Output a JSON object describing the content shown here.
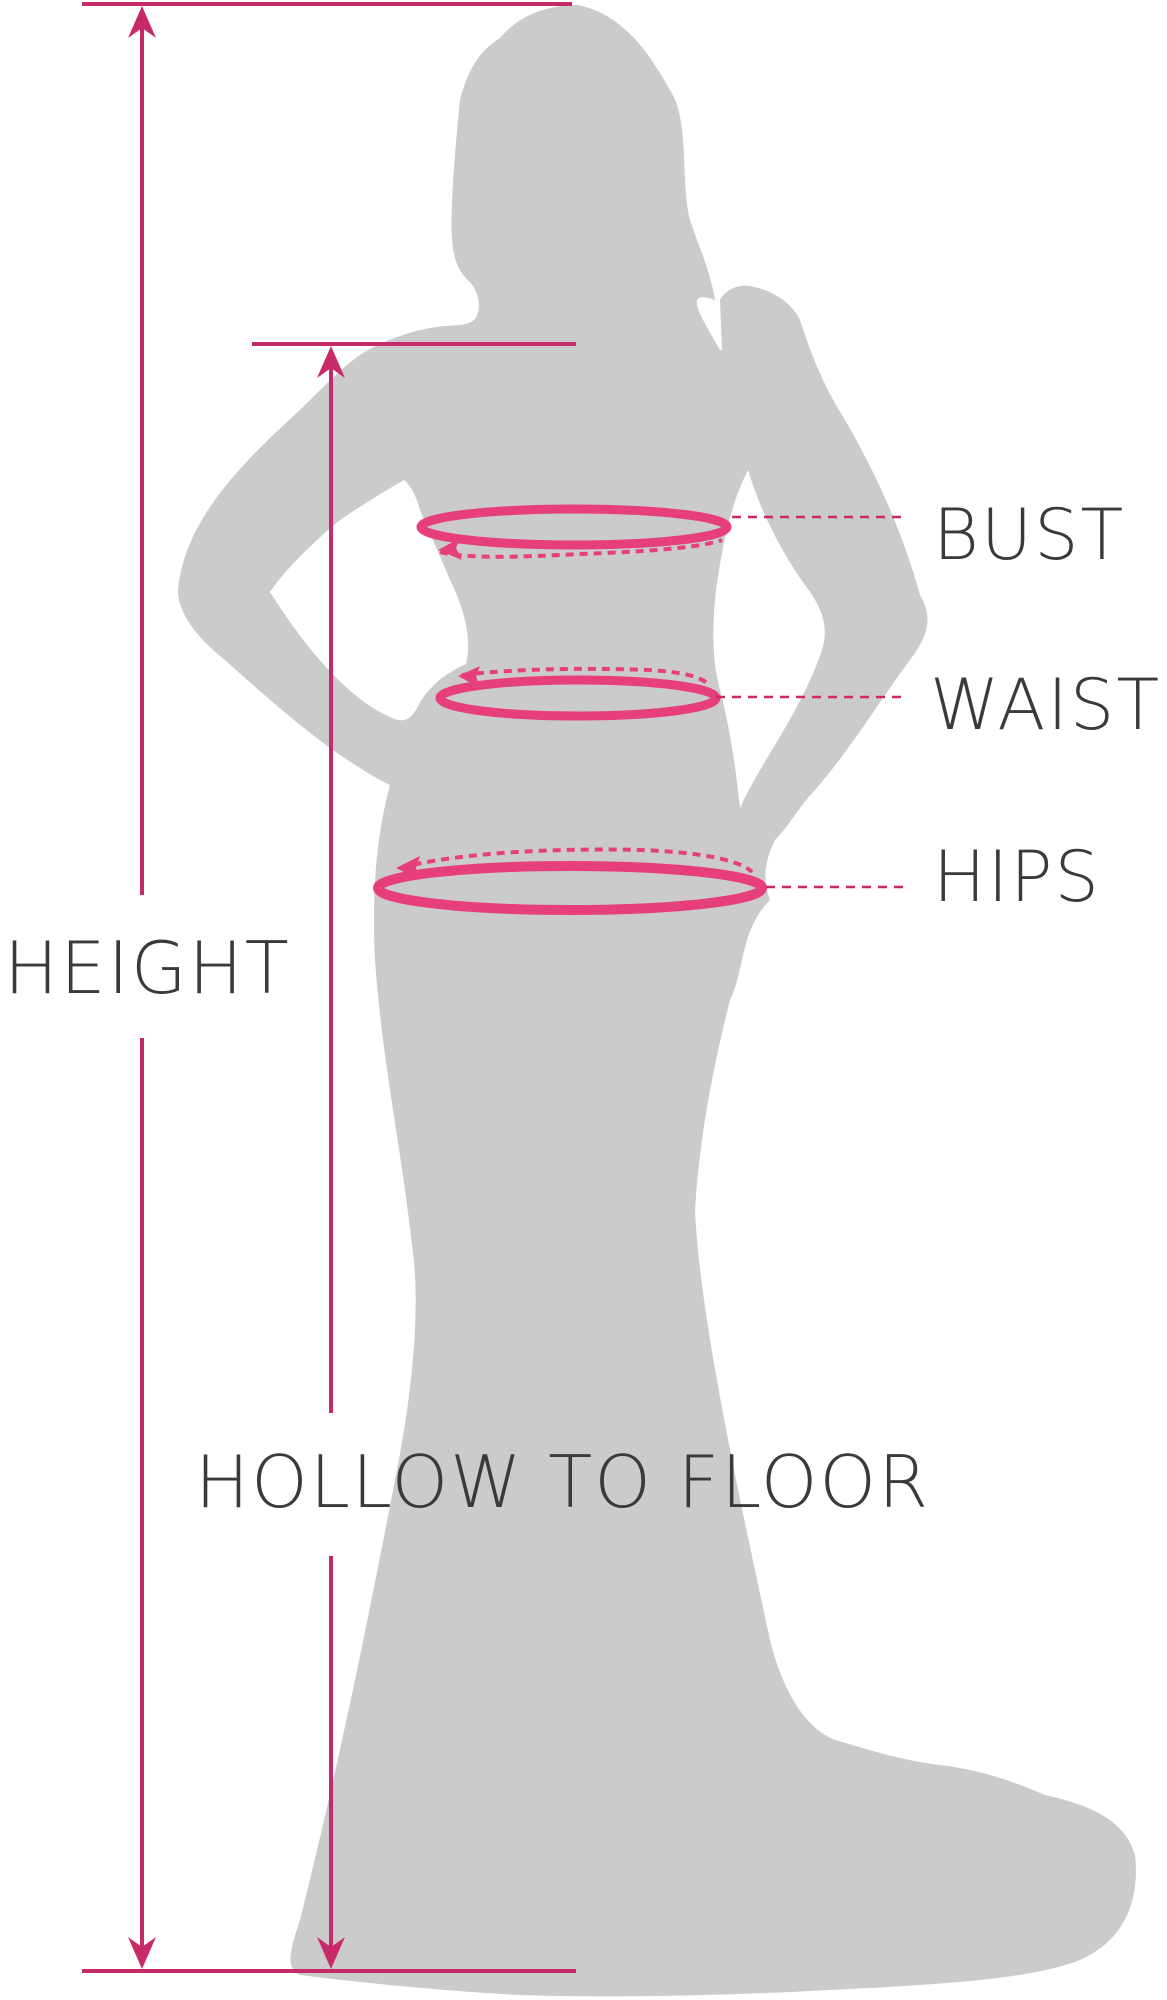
{
  "labels": {
    "height": "HEIGHT",
    "hollow_to_floor": "HOLLOW TO FLOOR",
    "bust": "BUST",
    "waist": "WAIST",
    "hips": "HIPS"
  },
  "colors": {
    "silhouette": "#cbcbcb",
    "measure_line": "#c72a68",
    "measure_band": "#e63f7c",
    "text": "#3a3a3a",
    "background": "#ffffff"
  }
}
